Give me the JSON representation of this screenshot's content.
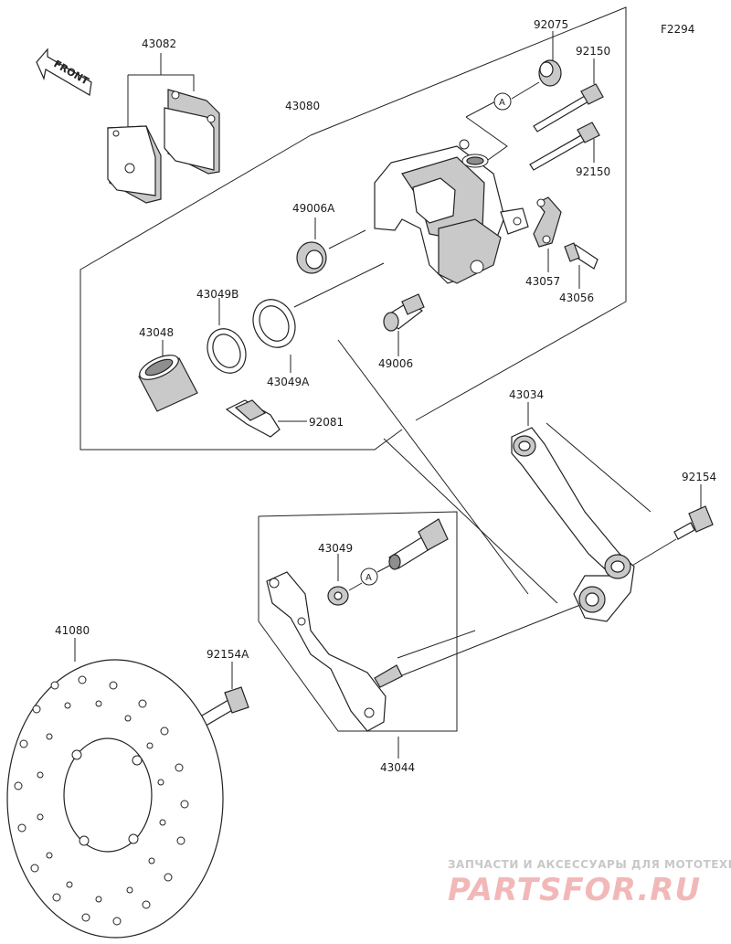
{
  "figure_code": "F2294",
  "front_marker": "FRONT",
  "reference_mark": "A",
  "part_labels": {
    "p43082": "43082",
    "p43080": "43080",
    "p92075": "92075",
    "p92150_top": "92150",
    "p92150_bottom": "92150",
    "p49006A": "49006A",
    "p43057": "43057",
    "p43056": "43056",
    "p43049B": "43049B",
    "p43048": "43048",
    "p43049A": "43049A",
    "p49006": "49006",
    "p92081": "92081",
    "p43034": "43034",
    "p92154": "92154",
    "p43049": "43049",
    "p41080": "41080",
    "p92154A": "92154A",
    "p43044": "43044"
  },
  "watermark": {
    "tagline": "ЗАПЧАСТИ И АКСЕССУАРЫ ДЛЯ МОТОТЕХНИКИ",
    "brand": "PARTSFOR.RU"
  }
}
